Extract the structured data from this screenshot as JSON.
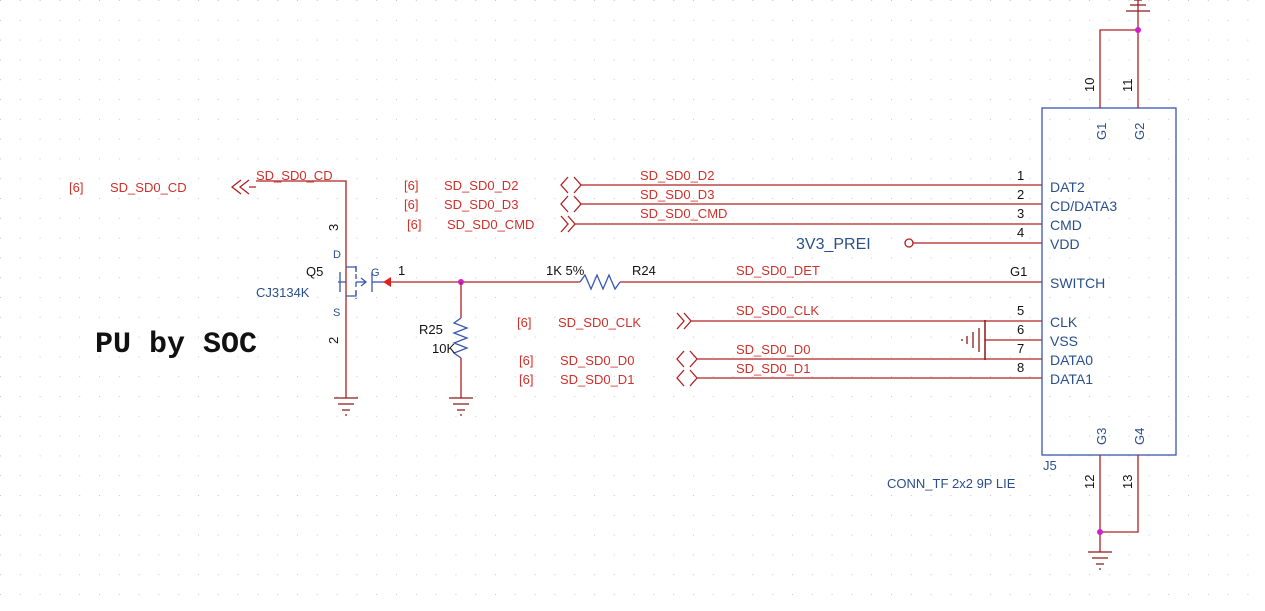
{
  "labels": {
    "cd_page_ref": "[6]",
    "cd_net": "SD_SD0_CD",
    "cd_net_wire": "SD_SD0_CD",
    "d2_page_ref": "[6]",
    "d2_net": "SD_SD0_D2",
    "d3_page_ref": "[6]",
    "d3_net": "SD_SD0_D3",
    "cmd_page_ref": "[6]",
    "cmd_net": "SD_SD0_CMD",
    "clk_page_ref": "[6]",
    "clk_net": "SD_SD0_CLK",
    "d0_page_ref": "[6]",
    "d0_net": "SD_SD0_D0",
    "d1_page_ref": "[6]",
    "d1_net": "SD_SD0_D1",
    "wire_d2": "SD_SD0_D2",
    "wire_d3": "SD_SD0_D3",
    "wire_cmd": "SD_SD0_CMD",
    "wire_det": "SD_SD0_DET",
    "wire_clk": "SD_SD0_CLK",
    "wire_d0": "SD_SD0_D0",
    "wire_d1": "SD_SD0_D1",
    "power": "3V3_PREI",
    "note": "PU by SOC"
  },
  "q5": {
    "ref": "Q5",
    "part": "CJ3134K",
    "pin_d": "D",
    "pin_s": "S",
    "pin_g": "G",
    "pin3": "3",
    "pin2": "2",
    "pin1": "1"
  },
  "r24": {
    "ref": "R24",
    "value": "1K 5%"
  },
  "r25": {
    "ref": "R25",
    "value": "10K"
  },
  "j5": {
    "ref": "J5",
    "part": "CONN_TF 2x2 9P LIE",
    "pins": [
      {
        "num": "1",
        "name": "DAT2"
      },
      {
        "num": "2",
        "name": "CD/DATA3"
      },
      {
        "num": "3",
        "name": "CMD"
      },
      {
        "num": "4",
        "name": "VDD"
      },
      {
        "num": "G1",
        "name": "SWITCH"
      },
      {
        "num": "5",
        "name": "CLK"
      },
      {
        "num": "6",
        "name": "VSS"
      },
      {
        "num": "7",
        "name": "DATA0"
      },
      {
        "num": "8",
        "name": "DATA1"
      }
    ],
    "top_pins": [
      {
        "num": "10",
        "name": "G1"
      },
      {
        "num": "11",
        "name": "G2"
      }
    ],
    "bottom_pins": [
      {
        "num": "12",
        "name": "G3"
      },
      {
        "num": "13",
        "name": "G4"
      }
    ]
  },
  "colors": {
    "wire": "#b02020",
    "label": "#d0302a",
    "component": "#3a56b0",
    "pin_name": "#2a4f8c",
    "junction": "#d020d0"
  }
}
